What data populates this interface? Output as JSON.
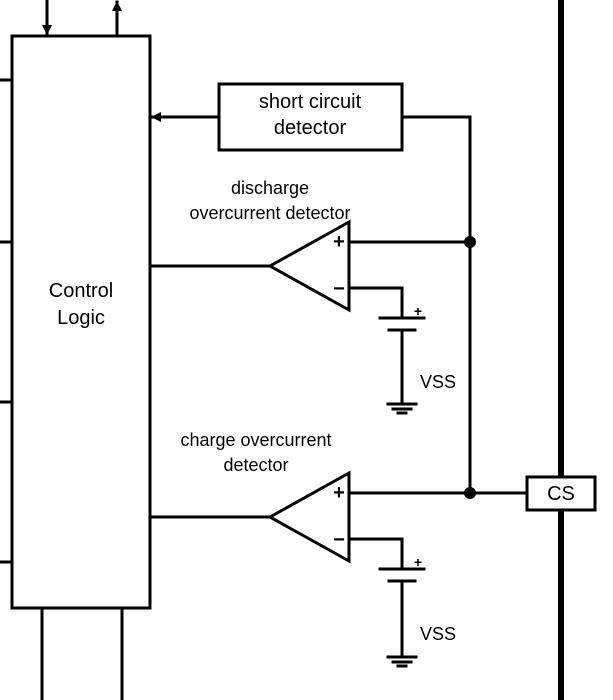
{
  "blocks": {
    "control_logic": {
      "line1": "Control",
      "line2": "Logic"
    },
    "short_circuit": {
      "line1": "short circuit",
      "line2": "detector"
    },
    "cs_pin": {
      "label": "CS"
    }
  },
  "comparators": {
    "discharge": {
      "line1": "discharge",
      "line2": "overcurrent detector",
      "plus": "+",
      "minus": "−"
    },
    "charge": {
      "line1": "charge overcurrent",
      "line2": "detector",
      "plus": "+",
      "minus": "−"
    }
  },
  "references": {
    "vss_top": "VSS",
    "vss_bottom": "VSS",
    "battery_plus": "+"
  },
  "colors": {
    "line": "#000000",
    "background": "#ffffff"
  }
}
